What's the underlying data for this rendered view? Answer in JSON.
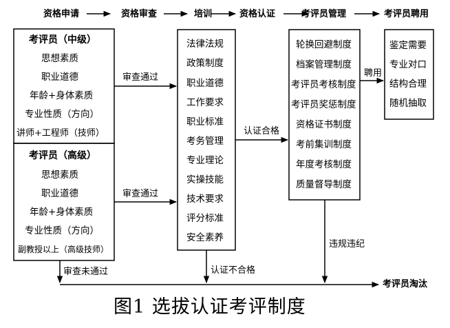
{
  "stages": [
    "资格申请",
    "资格审查",
    "培训",
    "资格认证",
    "考评员管理",
    "考评员聘用"
  ],
  "applicants": {
    "intermediate": {
      "title": "考评员（中级）",
      "items": [
        "思想素质",
        "职业道德",
        "年龄+身体素质",
        "专业性质（方向）",
        "讲师+工程师（技师）"
      ]
    },
    "senior": {
      "title": "考评员（高级）",
      "items": [
        "思想素质",
        "职业道德",
        "年龄+身体素质",
        "专业性质（方向）",
        "副教授以上（高级技师）"
      ]
    }
  },
  "training": {
    "items": [
      "法律法规",
      "政策制度",
      "职业道德",
      "工作要求",
      "职业标准",
      "考务管理",
      "专业理论",
      "实操技能",
      "技术要求",
      "评分标准",
      "安全素养"
    ]
  },
  "management": {
    "items": [
      "轮换回避制度",
      "档案管理制度",
      "考评员考核制度",
      "考评员奖惩制度",
      "资格证书制度",
      "考前集训制度",
      "年度考核制度",
      "质量督导制度"
    ]
  },
  "employment": {
    "items": [
      "鉴定需要",
      "专业对口",
      "结构合理",
      "随机抽取"
    ]
  },
  "edges": {
    "review_pass_1": "审查通过",
    "review_pass_2": "审查通过",
    "cert_pass": "认证合格",
    "hire": "聘用",
    "violation": "违规违纪",
    "review_fail": "审查未通过",
    "cert_fail": "认证不合格"
  },
  "eliminated": "考评员淘汰",
  "caption": "图1  选拔认证考评制度"
}
